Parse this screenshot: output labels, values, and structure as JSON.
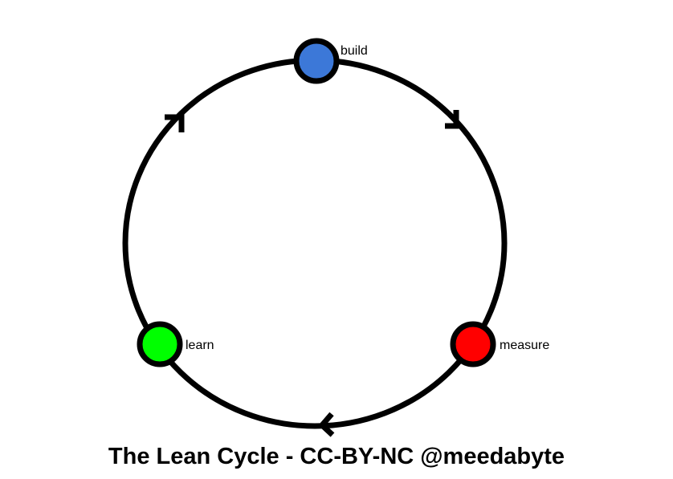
{
  "diagram": {
    "title": "The Lean Cycle - CC-BY-NC @meedabyte",
    "cycle_direction": "clockwise",
    "nodes": [
      {
        "id": "build",
        "label": "build",
        "color": "#3c78d8"
      },
      {
        "id": "measure",
        "label": "measure",
        "color": "#ff0000"
      },
      {
        "id": "learn",
        "label": "learn",
        "color": "#00ff00"
      }
    ],
    "edges": [
      {
        "from": "build",
        "to": "measure"
      },
      {
        "from": "measure",
        "to": "learn"
      },
      {
        "from": "learn",
        "to": "build"
      }
    ],
    "stroke_color": "#000000",
    "background": "#ffffff"
  }
}
